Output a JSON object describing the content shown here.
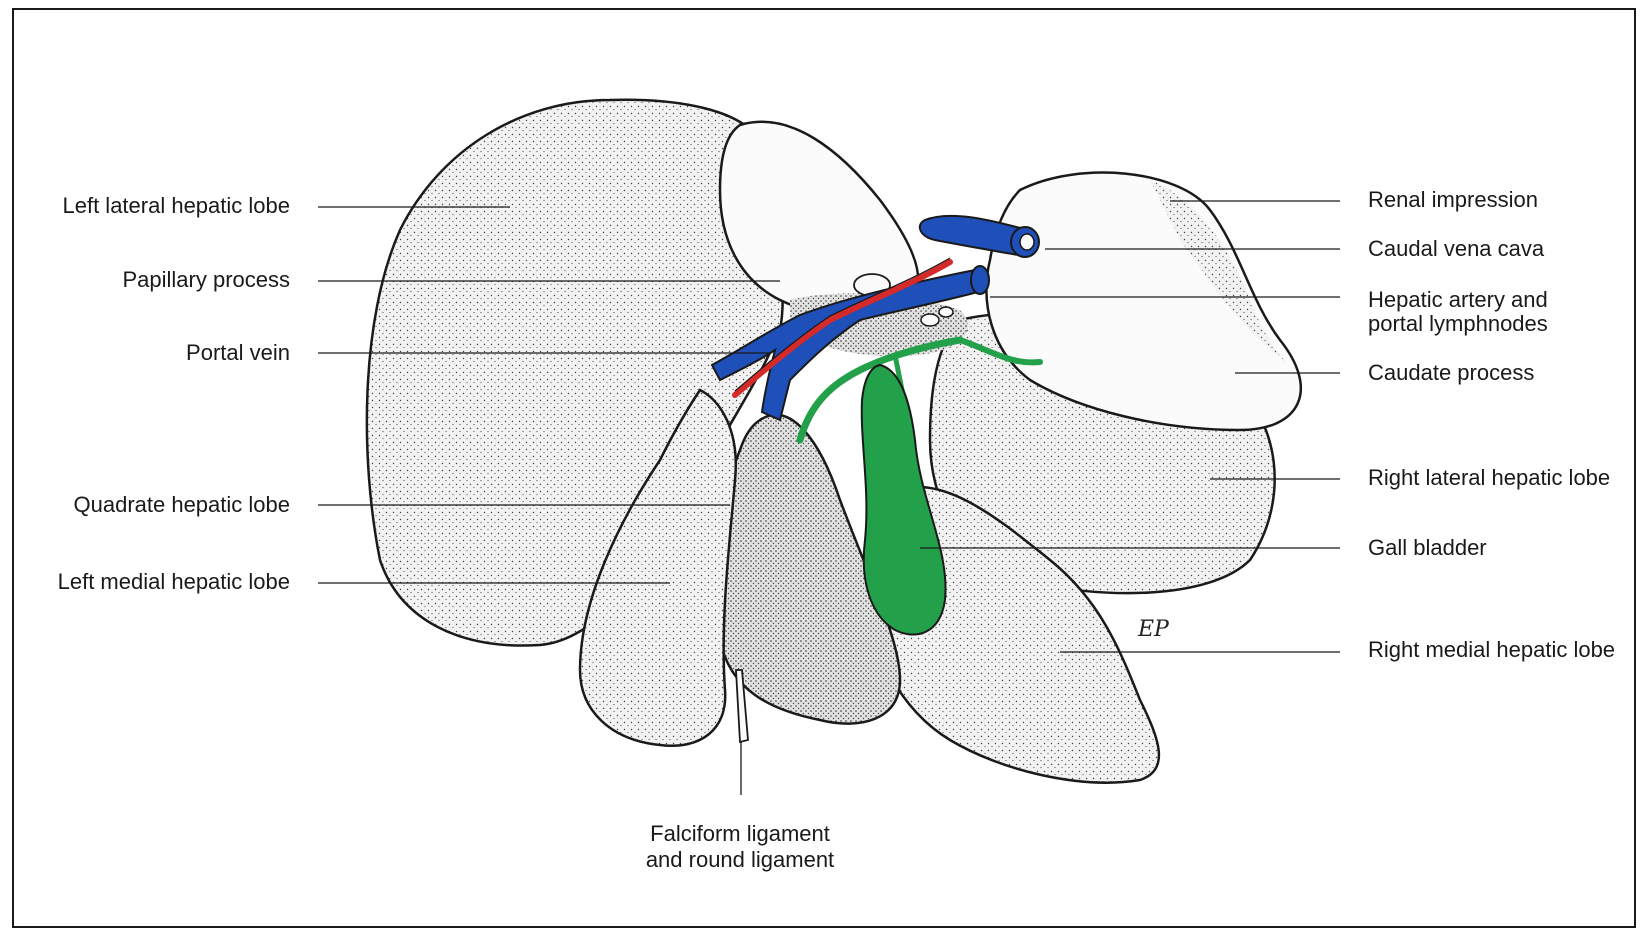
{
  "labels": {
    "left_lateral": "Left lateral hepatic lobe",
    "papillary": "Papillary process",
    "portal_vein": "Portal vein",
    "quadrate": "Quadrate hepatic lobe",
    "left_medial": "Left medial hepatic lobe",
    "renal": "Renal impression",
    "caudal_vena_cava": "Caudal vena cava",
    "hepatic_artery_l1": "Hepatic artery and",
    "hepatic_artery_l2": "portal lymphnodes",
    "caudate": "Caudate process",
    "right_lateral": "Right lateral hepatic lobe",
    "gall_bladder": "Gall bladder",
    "right_medial": "Right medial hepatic lobe",
    "falciform_l1": "Falciform ligament",
    "falciform_l2": "and round ligament"
  },
  "signature": "EP",
  "colors": {
    "outline": "#1a1a1a",
    "lobe_fill": "#f4f4f4",
    "vein_blue": "#1f4fb8",
    "artery_red": "#d42a2a",
    "bile_green": "#23a04a"
  }
}
